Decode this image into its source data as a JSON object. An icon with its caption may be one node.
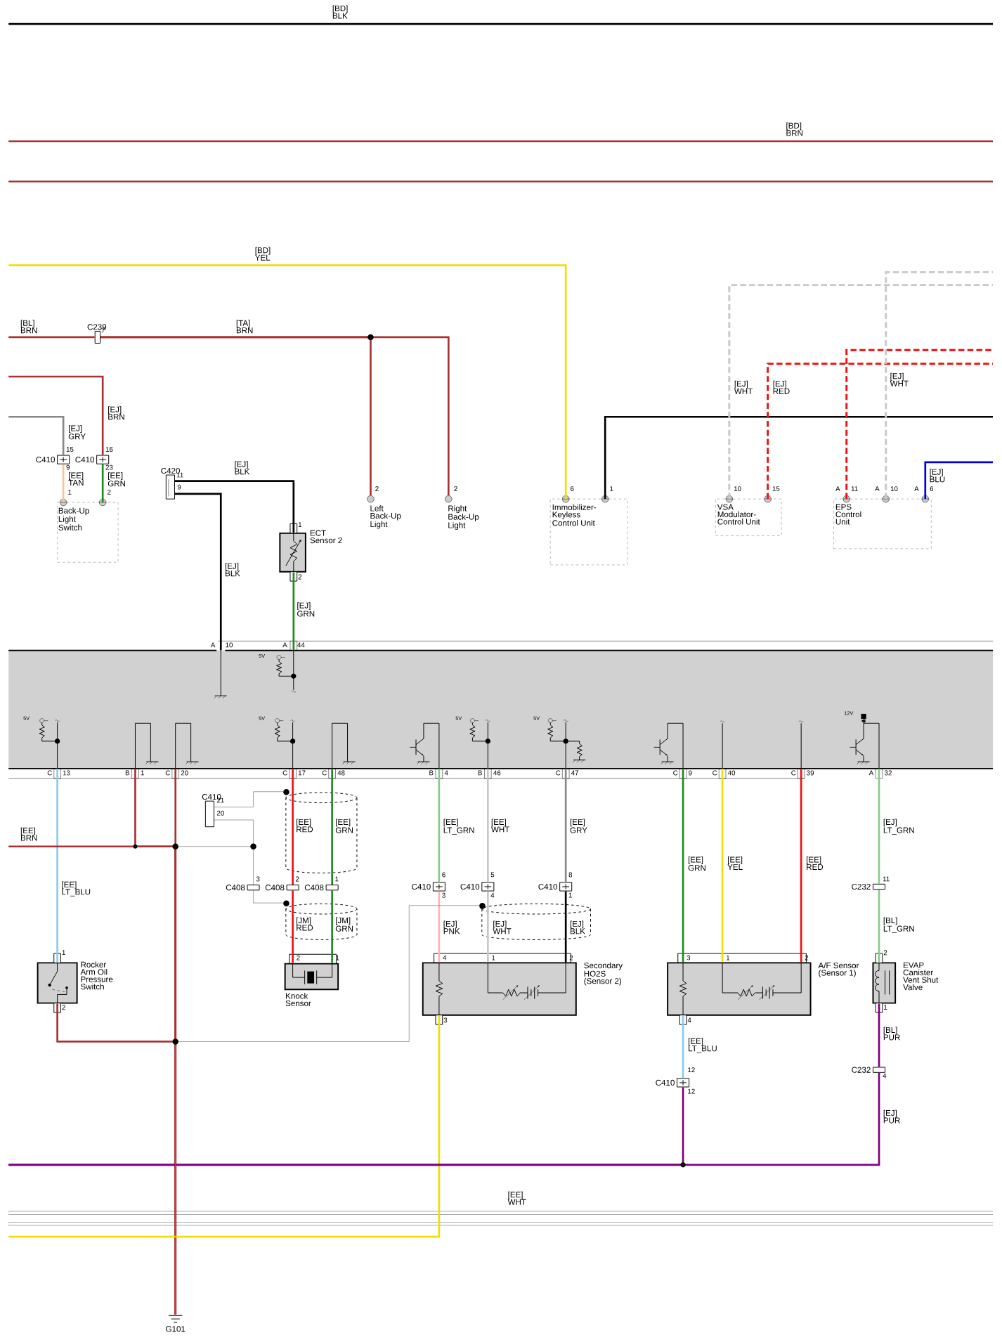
{
  "diagram": {
    "nodes": [
      {
        "text": [
          "C239"
        ]
      },
      {
        "text": [
          "C410"
        ]
      },
      {
        "text": [
          "C410"
        ]
      },
      {
        "text": [
          "C420"
        ]
      },
      {
        "text": [
          "Back-Up Light Switch"
        ]
      },
      {
        "text": [
          "Left Back-Up Light"
        ]
      },
      {
        "text": [
          "Right Back-Up Light"
        ]
      },
      {
        "text": [
          "ECT Sensor 2"
        ]
      },
      {
        "text": [
          "Immobilizer-Keyless Control Unit"
        ]
      },
      {
        "text": [
          "VSA Modulator-Control Unit"
        ]
      },
      {
        "text": [
          "EPS Control Unit"
        ]
      },
      {
        "text": [],
        "shape": "box"
      },
      {
        "text": [
          "C410"
        ]
      },
      {
        "text": [
          "C410"
        ]
      },
      {
        "text": [
          "C410"
        ]
      },
      {
        "text": [
          "C410"
        ]
      },
      {
        "text": [
          "C232"
        ]
      },
      {
        "text": [
          "C408"
        ]
      },
      {
        "text": [
          "C408"
        ]
      },
      {
        "text": [
          "C408"
        ]
      },
      {
        "text": [
          "Rocker Arm Oil Pressure Switch"
        ]
      },
      {
        "text": [
          "Knock Sensor"
        ]
      },
      {
        "text": [
          "Secondary HO2S (Sensor 2)"
        ]
      },
      {
        "text": [
          "A/F Sensor (Sensor 1)"
        ]
      },
      {
        "text": [
          "EVAP Canister Vent Shut Valve"
        ]
      },
      {
        "text": [
          "C232"
        ]
      },
      {
        "text": [
          "C410"
        ]
      },
      {
        "text": [
          "G101"
        ]
      },
      {
        "text": [],
        "shape": "circle"
      },
      {
        "text": [],
        "shape": "circle"
      },
      {
        "text": [],
        "shape": "circle"
      }
    ],
    "edges": [
      {
        "from": null,
        "to": 0,
        "arrow": "none",
        "label": "[BL] BRN",
        "color": "#a83232"
      },
      {
        "from": 0,
        "to": 5,
        "arrow": "none",
        "label": "[TA] BRN",
        "color": "#a83232"
      },
      {
        "from": 0,
        "to": 6,
        "arrow": "none",
        "color": "#a83232"
      },
      {
        "from": null,
        "to": 1,
        "arrow": "none",
        "label": "[EJ] GRY",
        "color": "#888888"
      },
      {
        "from": null,
        "to": 2,
        "arrow": "none",
        "label": "[EJ] BRN",
        "color": "#a83232"
      },
      {
        "from": 1,
        "to": 4,
        "arrow": "none",
        "label": "[EE] TAN",
        "color": "#f5c48f"
      },
      {
        "from": 2,
        "to": 4,
        "arrow": "none",
        "label": "[EE] GRN",
        "color": "#1e8c1e"
      },
      {
        "from": 3,
        "to": 7,
        "arrow": "none",
        "label": "[EJ] BLK",
        "color": "#000000"
      },
      {
        "from": 3,
        "to": 11,
        "arrow": "none",
        "label": "[EJ] BLK",
        "color": "#000000"
      },
      {
        "from": 7,
        "to": 11,
        "arrow": "none",
        "label": "[EJ] GRN",
        "color": "#1e8c1e"
      },
      {
        "from": null,
        "to": 8,
        "arrow": "none",
        "label": "[BD] YEL",
        "color": "#f0e000"
      },
      {
        "from": 8,
        "to": null,
        "arrow": "none",
        "color": "#000000"
      },
      {
        "from": 9,
        "to": null,
        "arrow": "none",
        "label": "[EJ] WHT",
        "style": "dashed",
        "color": "#c8c8c8"
      },
      {
        "from": 9,
        "to": null,
        "arrow": "none",
        "label": "[EJ] RED",
        "style": "dashed",
        "color": "#ee1111"
      },
      {
        "from": 10,
        "to": null,
        "arrow": "none",
        "style": "dashed",
        "color": "#ee1111"
      },
      {
        "from": 10,
        "to": null,
        "arrow": "none",
        "label": "[EJ] WHT",
        "style": "dashed",
        "color": "#c8c8c8"
      },
      {
        "from": 10,
        "to": null,
        "arrow": "none",
        "label": "[EJ] BLU",
        "color": "#0000dd"
      },
      {
        "from": 11,
        "to": 20,
        "arrow": "none",
        "label": "[EE] LT_BLU",
        "color": "#88ccee"
      },
      {
        "from": 11,
        "to": 27,
        "arrow": "none",
        "color": "#a83232"
      },
      {
        "from": 11,
        "to": 27,
        "arrow": "none",
        "color": "#a83232"
      },
      {
        "from": 20,
        "to": 27,
        "arrow": "none",
        "color": "#a83232"
      },
      {
        "from": null,
        "to": 27,
        "arrow": "none",
        "label": "[EE] BRN",
        "color": "#a83232"
      },
      {
        "from": 11,
        "to": 18,
        "arrow": "none",
        "label": "[EE] RED",
        "color": "#ee1111"
      },
      {
        "from": 11,
        "to": 19,
        "arrow": "none",
        "label": "[EE] GRN",
        "color": "#1e8c1e"
      },
      {
        "from": 18,
        "to": 21,
        "arrow": "none",
        "label": "[JM] RED",
        "color": "#ee1111"
      },
      {
        "from": 19,
        "to": 21,
        "arrow": "none",
        "label": "[JM] GRN",
        "color": "#1e8c1e"
      },
      {
        "from": 12,
        "to": 17,
        "arrow": "none",
        "color": "#808080"
      },
      {
        "from": 11,
        "to": 13,
        "arrow": "none",
        "label": "[EE] LT_GRN",
        "color": "#88cc88"
      },
      {
        "from": 11,
        "to": 14,
        "arrow": "none",
        "label": "[EE] WHT",
        "color": "#c8c8c8"
      },
      {
        "from": 11,
        "to": 15,
        "arrow": "none",
        "label": "[EE] GRY",
        "color": "#888888"
      },
      {
        "from": 13,
        "to": 22,
        "arrow": "none",
        "label": "[EJ] PNK",
        "color": "#ffb0bb"
      },
      {
        "from": 14,
        "to": 22,
        "arrow": "none",
        "label": "[EJ] WHT",
        "color": "#c8c8c8"
      },
      {
        "from": 15,
        "to": 22,
        "arrow": "none",
        "label": "[EJ] BLK",
        "color": "#000000"
      },
      {
        "from": 22,
        "to": null,
        "arrow": "none",
        "color": "#f0e000"
      },
      {
        "from": 11,
        "to": 23,
        "arrow": "none",
        "label": "[EE] GRN",
        "color": "#1e8c1e"
      },
      {
        "from": 11,
        "to": 23,
        "arrow": "none",
        "label": "[EE] YEL",
        "color": "#f0e000"
      },
      {
        "from": 11,
        "to": 23,
        "arrow": "none",
        "label": "[EE] RED",
        "color": "#ee1111"
      },
      {
        "from": 23,
        "to": 26,
        "arrow": "none",
        "label": "[EE] LT_BLU",
        "color": "#88ccee"
      },
      {
        "from": 26,
        "to": null,
        "arrow": "none",
        "color": "#800080"
      },
      {
        "from": 11,
        "to": 16,
        "arrow": "none",
        "label": "[EJ] LT_GRN",
        "color": "#88cc88"
      },
      {
        "from": 16,
        "to": 24,
        "arrow": "none",
        "label": "[BL] LT_GRN",
        "color": "#88cc88"
      },
      {
        "from": 24,
        "to": 25,
        "arrow": "none",
        "label": "[BL] PUR",
        "color": "#800080"
      },
      {
        "from": 25,
        "to": null,
        "arrow": "none",
        "label": "[EJ] PUR",
        "color": "#800080"
      },
      {
        "from": 12,
        "to": 28,
        "arrow": "none",
        "color": "#808080"
      },
      {
        "from": 17,
        "to": 29,
        "arrow": "none",
        "color": "#808080"
      },
      {
        "from": 27,
        "to": 30,
        "arrow": "none",
        "color": "#808080"
      }
    ],
    "labels": [
      "[BD] BLK",
      "[BD] BRN",
      "7",
      "15",
      "16",
      "9",
      "23",
      "1",
      "2",
      "11",
      "9",
      "1",
      "2",
      "2",
      "2",
      "6",
      "1",
      "10",
      "15",
      "A",
      "11",
      "A",
      "10",
      "A",
      "6",
      "A",
      "10",
      "A",
      "44",
      "5V",
      "5V",
      "5V",
      "5V",
      "5V",
      "12V",
      "C",
      "13",
      "B",
      "1",
      "C",
      "20",
      "C",
      "17",
      "C",
      "48",
      "B",
      "4",
      "B",
      "46",
      "C",
      "47",
      "C",
      "9",
      "C",
      "40",
      "C",
      "39",
      "A",
      "32",
      "21",
      "20",
      "3",
      "2",
      "1",
      "6",
      "3",
      "5",
      "4",
      "8",
      "1",
      "11",
      "1",
      "2",
      "1",
      "4",
      "1",
      "2",
      "3",
      "1",
      "2",
      "2",
      "2",
      "1",
      "3",
      "4",
      "4",
      "12",
      "12",
      "[EE] WHT"
    ]
  }
}
